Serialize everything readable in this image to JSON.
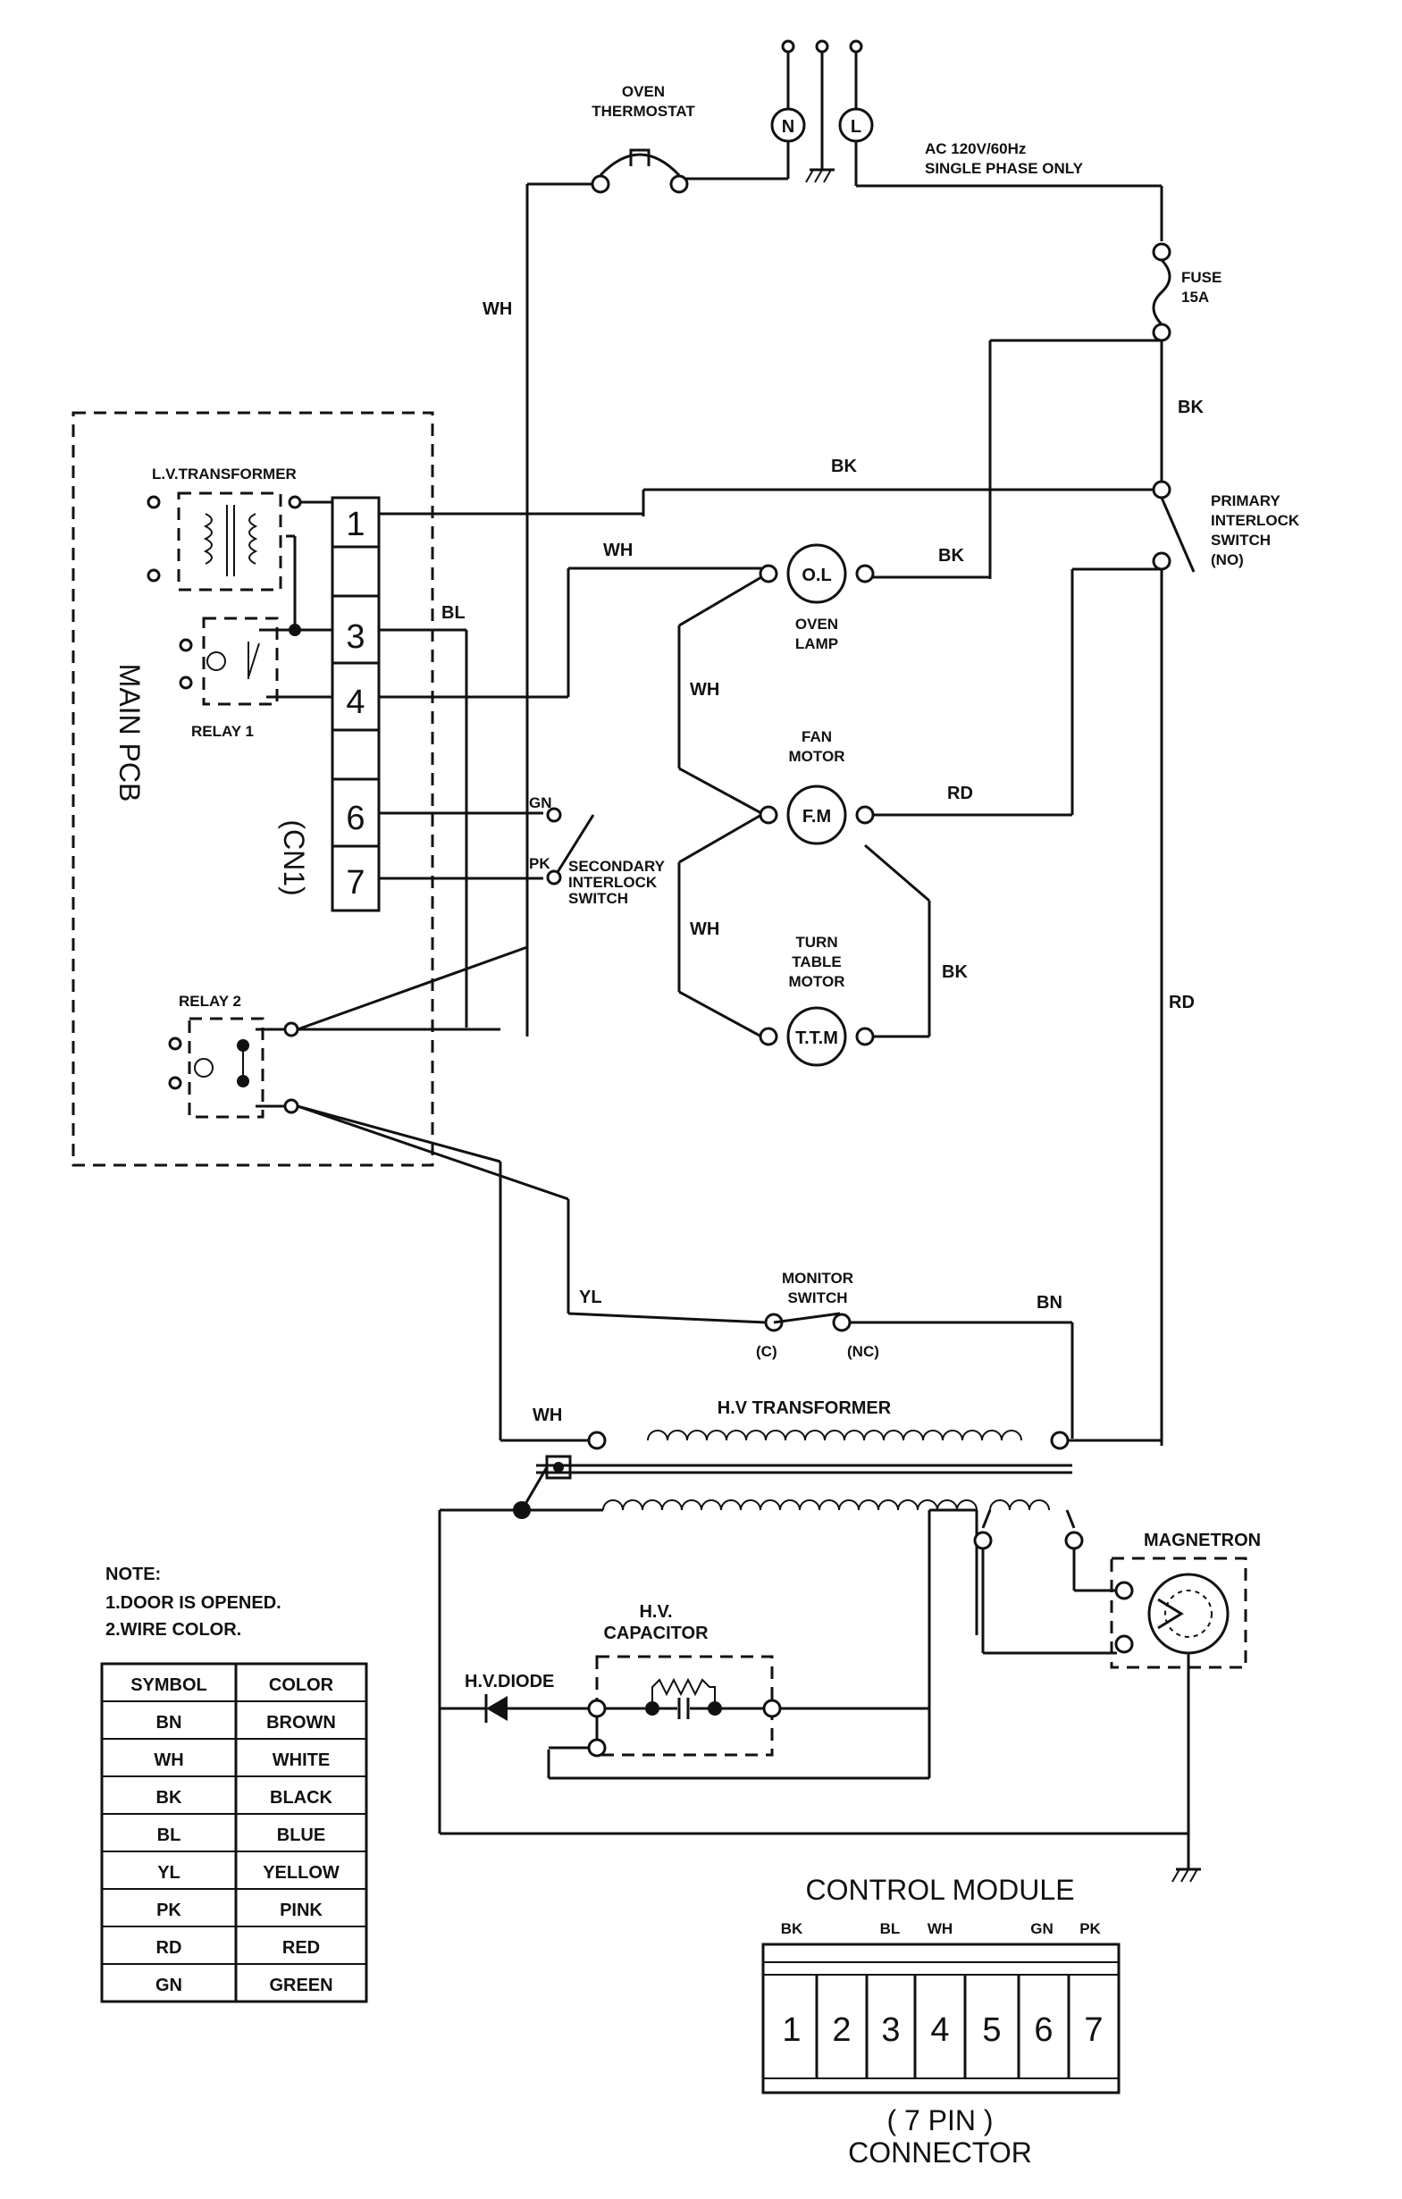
{
  "power": {
    "n": "N",
    "l": "L",
    "spec_line1": "AC 120V/60Hz",
    "spec_line2": "SINGLE PHASE ONLY"
  },
  "components": {
    "oven_thermostat_1": "OVEN",
    "oven_thermostat_2": "THERMOSTAT",
    "fuse_1": "FUSE",
    "fuse_2": "15A",
    "lv_transformer": "L.V.TRANSFORMER",
    "relay1": "RELAY 1",
    "relay2": "RELAY 2",
    "main_pcb": "MAIN PCB",
    "cn1": "(CN1)",
    "oven_lamp_symbol": "O.L",
    "oven_lamp_1": "OVEN",
    "oven_lamp_2": "LAMP",
    "fan_motor_1": "FAN",
    "fan_motor_2": "MOTOR",
    "fan_motor_symbol": "F.M",
    "tt_motor_1": "TURN",
    "tt_motor_2": "TABLE",
    "tt_motor_3": "MOTOR",
    "tt_motor_symbol": "T.T.M",
    "primary_1": "PRIMARY",
    "primary_2": "INTERLOCK",
    "primary_3": "SWITCH",
    "primary_4": "(NO)",
    "secondary_1": "SECONDARY",
    "secondary_2": "INTERLOCK",
    "secondary_3": "SWITCH",
    "monitor_1": "MONITOR",
    "monitor_2": "SWITCH",
    "monitor_c": "(C)",
    "monitor_nc": "(NC)",
    "hv_transformer": "H.V TRANSFORMER",
    "magnetron": "MAGNETRON",
    "hv_capacitor_1": "H.V.",
    "hv_capacitor_2": "CAPACITOR",
    "hv_diode": "H.V.DIODE"
  },
  "cn1_pins": [
    "1",
    "3",
    "4",
    "6",
    "7"
  ],
  "wires": {
    "wh": "WH",
    "bk": "BK",
    "bl": "BL",
    "rd": "RD",
    "gn": "GN",
    "pk": "PK",
    "yl": "YL",
    "bn": "BN"
  },
  "note": {
    "title": "NOTE:",
    "line1": "1.DOOR IS OPENED.",
    "line2": "2.WIRE COLOR."
  },
  "color_table": {
    "headers": [
      "SYMBOL",
      "COLOR"
    ],
    "rows": [
      [
        "BN",
        "BROWN"
      ],
      [
        "WH",
        "WHITE"
      ],
      [
        "BK",
        "BLACK"
      ],
      [
        "BL",
        "BLUE"
      ],
      [
        "YL",
        "YELLOW"
      ],
      [
        "PK",
        "PINK"
      ],
      [
        "RD",
        "RED"
      ],
      [
        "GN",
        "GREEN"
      ]
    ]
  },
  "control_module": {
    "title": "CONTROL MODULE",
    "wire_labels": [
      "BK",
      "BL",
      "WH",
      "GN",
      "PK"
    ],
    "pins": [
      "1",
      "2",
      "3",
      "4",
      "5",
      "6",
      "7"
    ],
    "caption1": "( 7 PIN )",
    "caption2": "CONNECTOR"
  }
}
